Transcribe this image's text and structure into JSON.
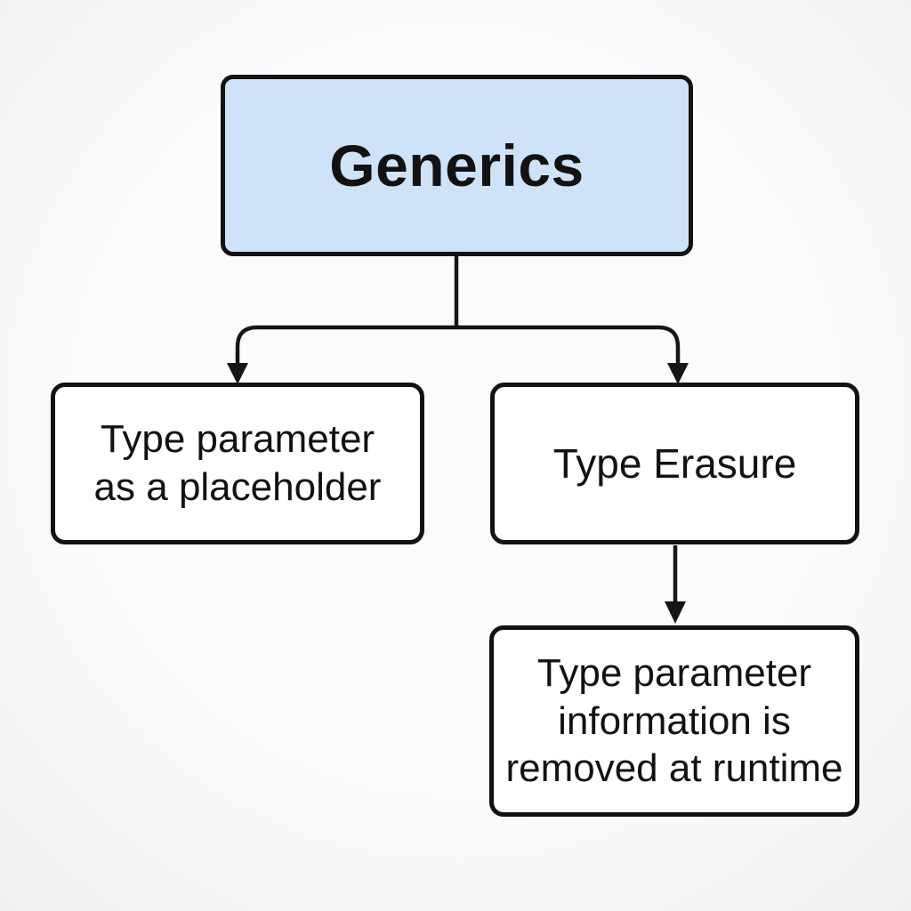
{
  "diagram": {
    "type": "flowchart",
    "nodes": {
      "root": {
        "id": "generics",
        "lines": [
          "Generics"
        ],
        "fill": "#cfe3f8",
        "shape": "rounded-rect"
      },
      "left": {
        "id": "type-parameter-placeholder",
        "lines": [
          "Type parameter",
          "as a placeholder"
        ],
        "fill": "#ffffff",
        "shape": "rounded-rect"
      },
      "right": {
        "id": "type-erasure",
        "lines": [
          "Type Erasure"
        ],
        "fill": "#ffffff",
        "shape": "rounded-rect"
      },
      "bottom": {
        "id": "erasure-detail",
        "lines": [
          "Type parameter",
          "information is",
          "removed at runtime"
        ],
        "fill": "#ffffff",
        "shape": "rounded-rect"
      }
    },
    "edges": [
      {
        "from": "generics",
        "to": "type-parameter-placeholder",
        "style": "arrow-down"
      },
      {
        "from": "generics",
        "to": "type-erasure",
        "style": "arrow-down"
      },
      {
        "from": "type-erasure",
        "to": "erasure-detail",
        "style": "arrow-down"
      }
    ]
  },
  "colors": {
    "background": "#f7f7f8",
    "root_fill": "#cfe3f8",
    "node_fill": "#ffffff",
    "border": "#121212",
    "connector": "#161616",
    "text": "#121212"
  }
}
